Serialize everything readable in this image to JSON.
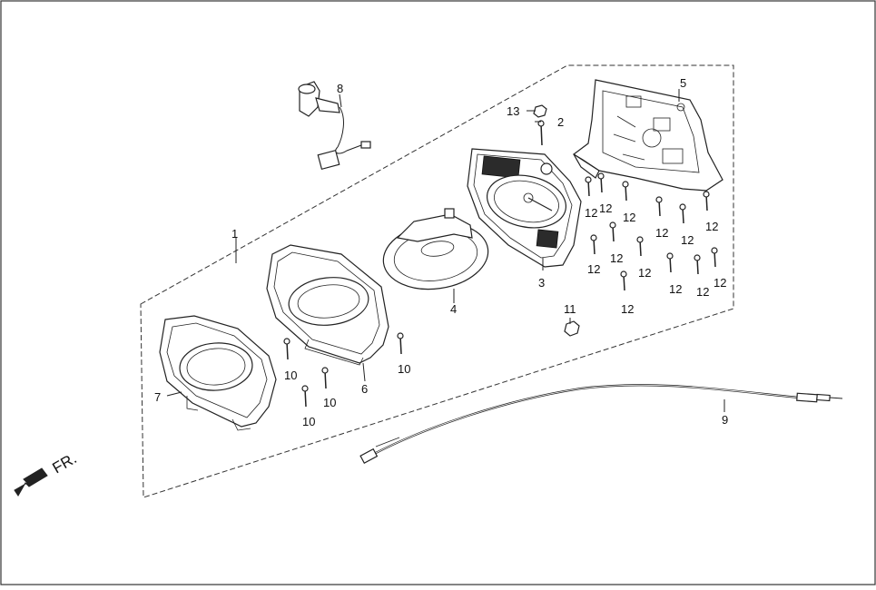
{
  "diagram": {
    "direction_label": "FR.",
    "callouts": {
      "c1": "1",
      "c2": "2",
      "c3": "3",
      "c4": "4",
      "c5": "5",
      "c6": "6",
      "c7": "7",
      "c8": "8",
      "c9": "9",
      "c10": "10",
      "c11": "11",
      "c12": "12",
      "c13": "13"
    }
  }
}
